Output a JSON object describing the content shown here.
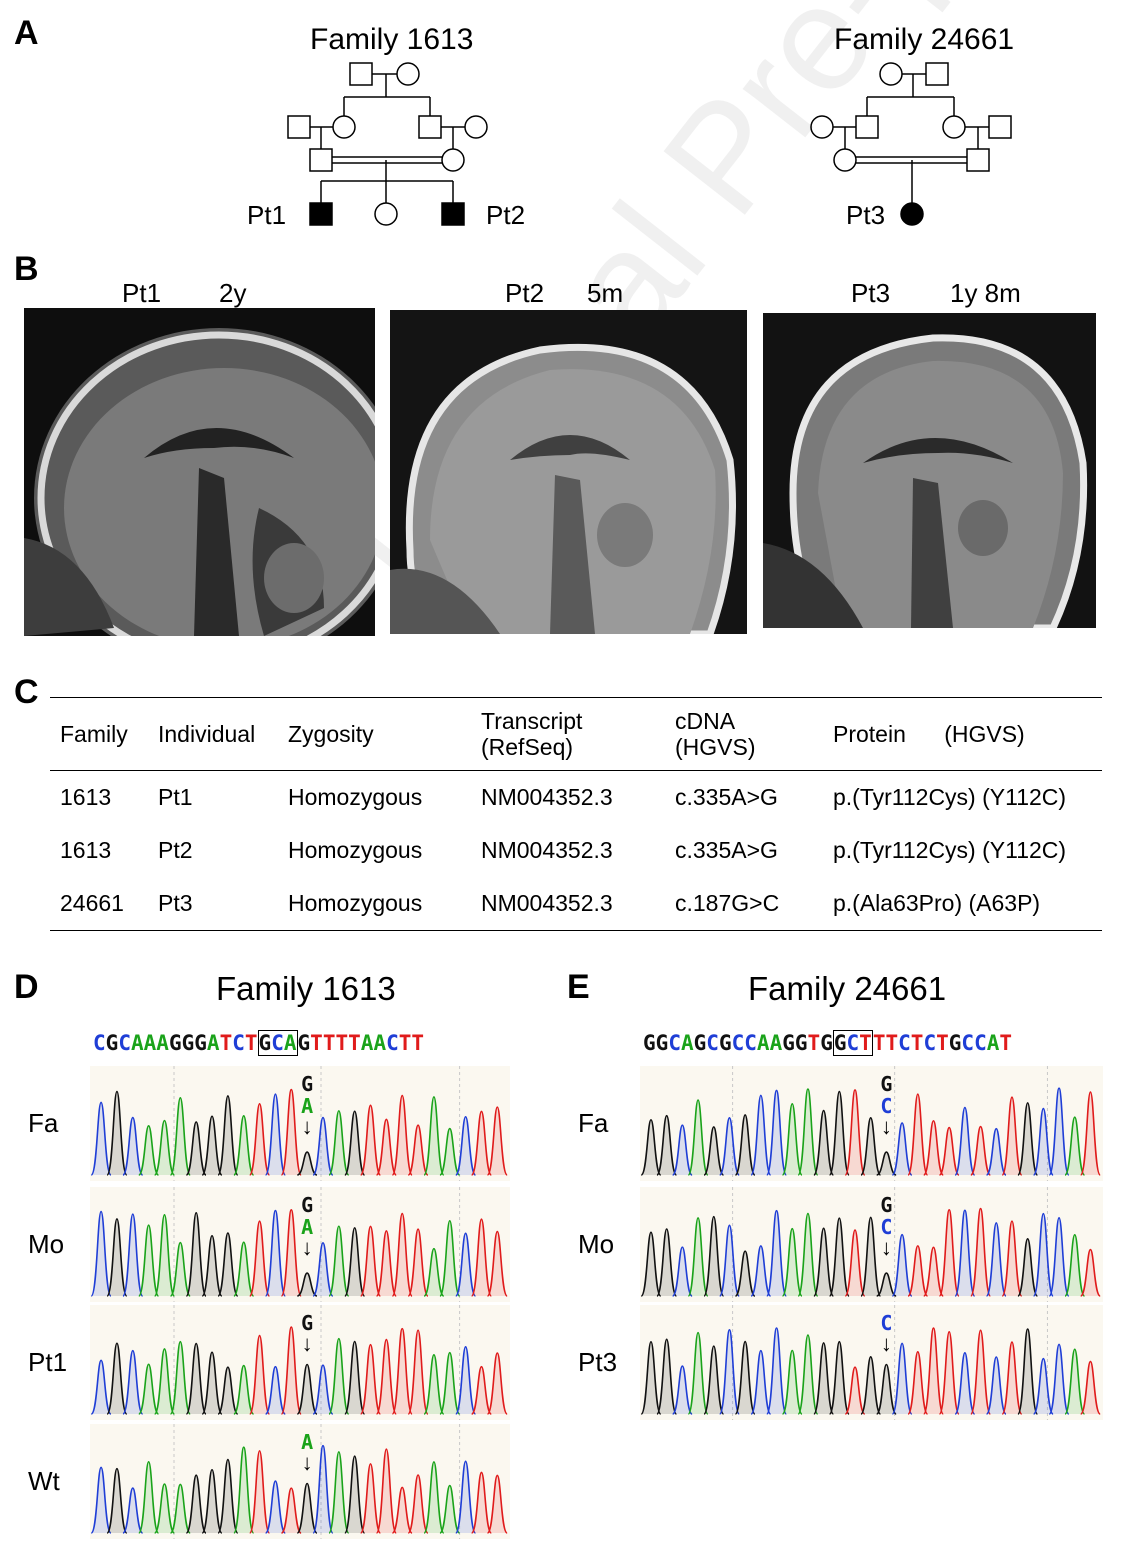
{
  "panels": {
    "a": "A",
    "b": "B",
    "c": "C",
    "d": "D",
    "e": "E"
  },
  "pedigree": {
    "family1_title": "Family 1613",
    "family2_title": "Family 24661",
    "pt1": "Pt1",
    "pt2": "Pt2",
    "pt3": "Pt3"
  },
  "mri": [
    {
      "patient": "Pt1",
      "age": "2y"
    },
    {
      "patient": "Pt2",
      "age": "5m"
    },
    {
      "patient": "Pt3",
      "age": "1y 8m"
    }
  ],
  "table": {
    "headers": [
      "Family",
      "Individual",
      "Zygosity",
      "Transcript\n(RefSeq)",
      "cDNA\n(HGVS)",
      "Protein      (HGVS)"
    ],
    "header_lines": [
      [
        "Family"
      ],
      [
        "Individual"
      ],
      [
        "Zygosity"
      ],
      [
        "Transcript",
        "(RefSeq)"
      ],
      [
        "cDNA",
        "(HGVS)"
      ],
      [
        "Protein      (HGVS)"
      ]
    ],
    "rows": [
      [
        "1613",
        "Pt1",
        "Homozygous",
        "NM004352.3",
        "c.335A>G",
        "p.(Tyr112Cys) (Y112C)"
      ],
      [
        "1613",
        "Pt2",
        "Homozygous",
        "NM004352.3",
        "c.335A>G",
        "p.(Tyr112Cys) (Y112C)"
      ],
      [
        "24661",
        "Pt3",
        "Homozygous",
        "NM004352.3",
        "c.187G>C",
        "p.(Ala63Pro) (A63P)"
      ]
    ]
  },
  "seq_d": {
    "title": "Family 1613",
    "sequence": "CGCAAAGGGATCTGCAGTTTTAACTT",
    "rows": [
      {
        "label": "Fa",
        "top": "G",
        "bottom": "A"
      },
      {
        "label": "Mo",
        "top": "G",
        "bottom": "A"
      },
      {
        "label": "Pt1",
        "top": "G",
        "bottom": ""
      },
      {
        "label": "Wt",
        "top": "",
        "bottom": "A"
      }
    ]
  },
  "seq_e": {
    "title": "Family 24661",
    "sequence": "GGCAGCGCCAAGGTGGCTTTCTCTGCCAT",
    "rows": [
      {
        "label": "Fa",
        "top": "G",
        "bottom": "C"
      },
      {
        "label": "Mo",
        "top": "G",
        "bottom": "C"
      },
      {
        "label": "Pt3",
        "top": "",
        "bottom": "C"
      }
    ]
  },
  "colors": {
    "A": "#1aa31a",
    "C": "#1f3ed6",
    "G": "#111111",
    "T": "#e01b1b"
  },
  "watermark": "Journal Pre-proof"
}
